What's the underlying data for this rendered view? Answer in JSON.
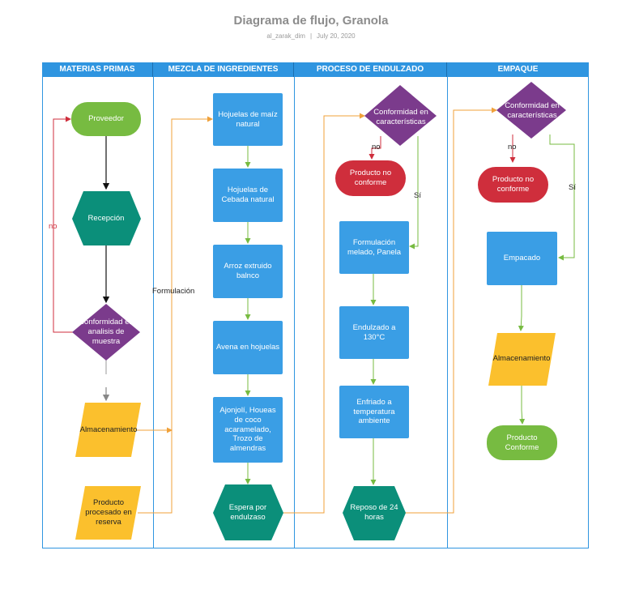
{
  "header": {
    "title": "Diagrama de flujo,  Granola",
    "author": "al_zarak_dim",
    "separator": "|",
    "date": "July 20, 2020"
  },
  "lanes": [
    "MATERIAS PRIMAS",
    "MEZCLA DE INGREDIENTES",
    "PROCESO DE ENDULZADO",
    "EMPAQUE"
  ],
  "nodes": {
    "proveedor": "Proveedor",
    "recepcion": "Recepción",
    "conformidad_muestra": "Conformidad en analisis de muestra",
    "almacenamiento_1": "Almacenamiento",
    "producto_procesado": "Producto procesado en reserva",
    "hojuelas_maiz": "Hojuelas de maíz natural",
    "hojuelas_cebada": "Hojuelas de Cebada natural",
    "arroz": "Arroz extruido balnco",
    "avena": "Avena en hojuelas",
    "ajonjoli": "Ajonjolí, Houeas de coco acaramelado, Trozo de almendras",
    "espera": "Espera por endulzaso",
    "conformidad_2": "Conformidad en características",
    "producto_no_conforme_2": "Producto no conforme",
    "formulacion_melado": "Formulación melado, Panela",
    "endulzado": "Endulzado a 130°C",
    "enfriado": "Enfriado a temperatura ambiente",
    "reposo": "Reposo de 24 horas",
    "conformidad_3": "Conformidad en características",
    "producto_no_conforme_3": "Producto no conforme",
    "empacado": "Empacado",
    "almacenamiento_2": "Almacenamiento",
    "producto_conforme": "Producto Conforme"
  },
  "edge_labels": {
    "no_1": "no",
    "formulacion": "Formulación",
    "no_2": "no",
    "si_2": "Sí",
    "no_3": "no",
    "si_3": "Sí"
  },
  "colors": {
    "lane_header": "#2f95e0",
    "green": "#77bb41",
    "teal": "#0b8f7a",
    "purple": "#7b3b8c",
    "yellow": "#fbc02d",
    "blue": "#3a9ee5",
    "red": "#cf2e3c",
    "orange_line": "#f0a13a"
  }
}
